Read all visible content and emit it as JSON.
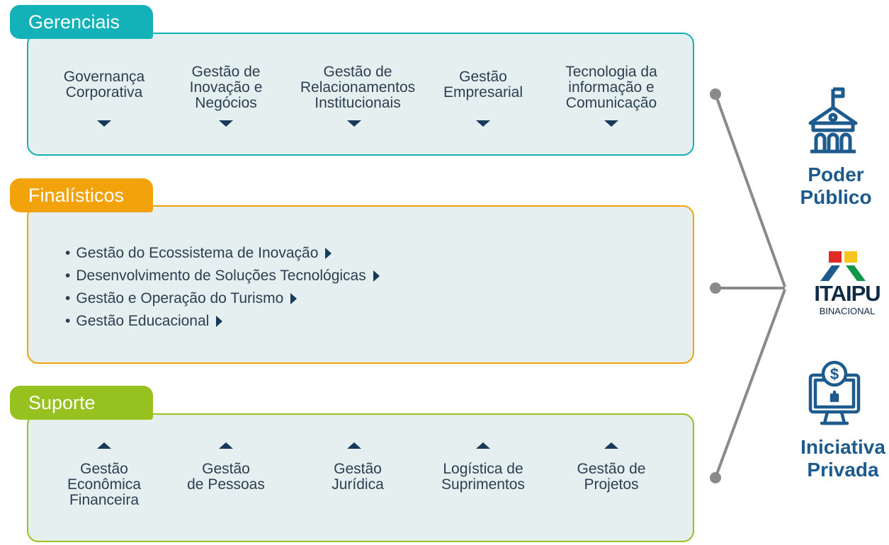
{
  "gerenciais": {
    "title": "Gerenciais",
    "items": [
      "Governança\nCorporativa",
      "Gestão de\nInovação e\nNegócios",
      "Gestão de\nRelacionamentos\nInstitucionais",
      "Gestão\nEmpresarial",
      "Tecnologia da\ninformação e\nComunicação"
    ]
  },
  "finalisticos": {
    "title": "Finalísticos",
    "items": [
      "Gestão do Ecossistema de Inovação",
      "Desenvolvimento de Soluções Tecnológicas",
      "Gestão e Operação do Turismo",
      "Gestão Educacional"
    ]
  },
  "suporte": {
    "title": "Suporte",
    "items": [
      "Gestão\nEconômica\nFinanceira",
      "Gestão\nde Pessoas",
      "Gestão\nJurídica",
      "Logística de\nSuprimentos",
      "Gestão de\nProjetos"
    ]
  },
  "actors": {
    "poder_publico": "Poder\nPúblico",
    "itaipu": "ITAIPU",
    "binacional": "BINACIONAL",
    "iniciativa_privada": "Iniciativa\nPrivada"
  },
  "colors": {
    "gerenciais": "#13b1b8",
    "finalisticos": "#f2a20a",
    "suporte": "#97c11e",
    "navy": "#183a5a",
    "actor_blue": "#1d5a8e",
    "connector": "#8a8a8a"
  }
}
